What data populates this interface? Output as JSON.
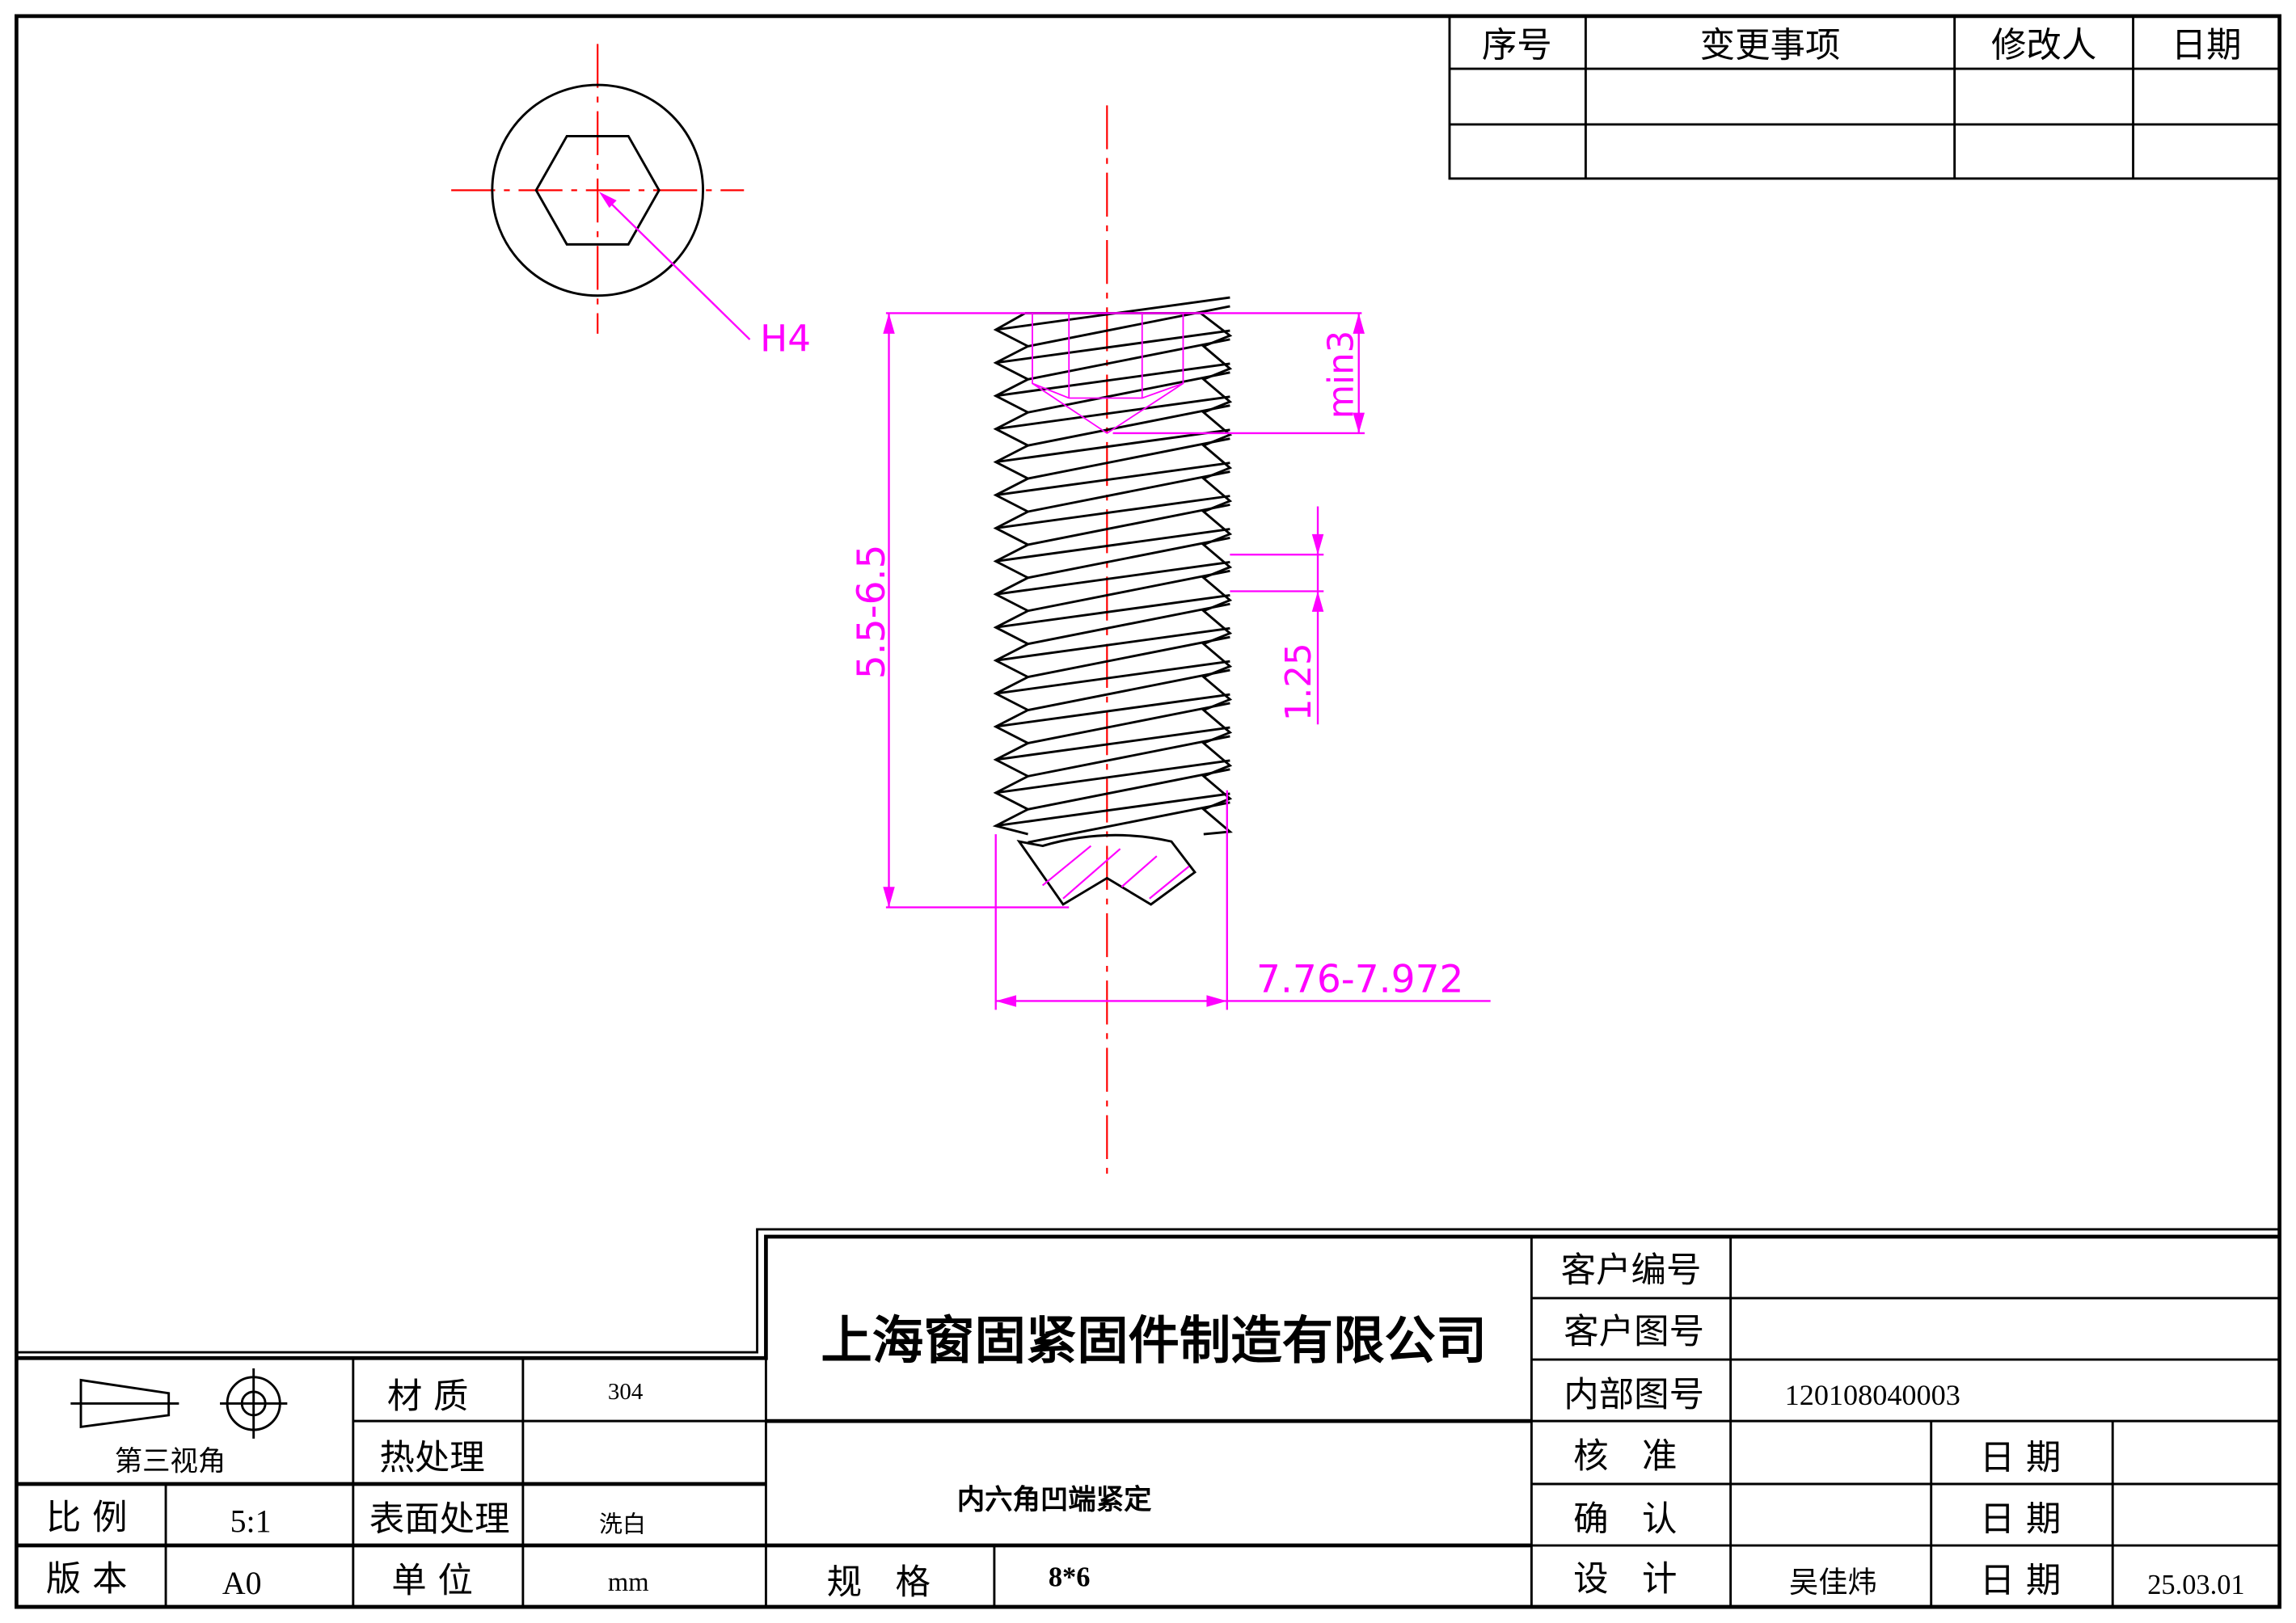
{
  "revision_table": {
    "headers": [
      "序号",
      "变更事项",
      "修改人",
      "日期"
    ],
    "rows": [
      [
        "",
        "",
        "",
        ""
      ],
      [
        "",
        "",
        "",
        ""
      ]
    ]
  },
  "drawing": {
    "hex_label": "H4",
    "dim_length": "5.5-6.5",
    "dim_socket_depth": "min3",
    "dim_pitch": "1.25",
    "dim_diameter": "7.76-7.972",
    "colors": {
      "dimension": "#ff00ff",
      "centerline": "#ff0000",
      "outline": "#000000"
    }
  },
  "title_block": {
    "projection_label": "第三视角",
    "material_label": "材 质",
    "material_value": "304",
    "heat_treatment_label": "热处理",
    "heat_treatment_value": "",
    "surface_label": "表面处理",
    "surface_value": "洗白",
    "scale_label": "比 例",
    "scale_value": "5:1",
    "version_label": "版 本",
    "version_value": "A0",
    "unit_label": "单 位",
    "unit_value": "mm",
    "company": "上海窗固紧固件制造有限公司",
    "part_name": "内六角凹端紧定",
    "spec_label": "规   格",
    "spec_value": "8*6",
    "customer_no_label": "客户编号",
    "customer_no_value": "",
    "customer_drawing_label": "客户图号",
    "customer_drawing_value": "",
    "internal_drawing_label": "内部图号",
    "internal_drawing_value": "120108040003",
    "approve_label": "核   准",
    "approve_value": "",
    "confirm_label": "确   认",
    "confirm_value": "",
    "design_label": "设   计",
    "design_value": "吴佳炜",
    "date_label": "日 期",
    "approve_date": "",
    "confirm_date": "",
    "design_date": "25.03.01"
  }
}
